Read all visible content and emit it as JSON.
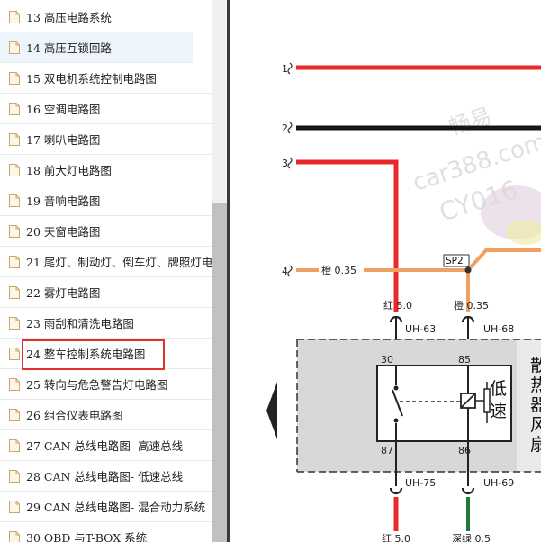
{
  "toc": {
    "items": [
      {
        "label": "13 高压电路系统"
      },
      {
        "label": "14 高压互锁回路"
      },
      {
        "label": "15 双电机系统控制电路图"
      },
      {
        "label": "16 空调电路图"
      },
      {
        "label": "17 喇叭电路图"
      },
      {
        "label": "18 前大灯电路图"
      },
      {
        "label": "19 音响电路图"
      },
      {
        "label": "20 天窗电路图"
      },
      {
        "label": "21 尾灯、制动灯、倒车灯、牌照灯电"
      },
      {
        "label": "22 雾灯电路图"
      },
      {
        "label": "23 雨刮和清洗电路图"
      },
      {
        "label": "24 整车控制系统电路图"
      },
      {
        "label": "25 转向与危急警告灯电路图"
      },
      {
        "label": "26 组合仪表电路图"
      },
      {
        "label": "27 CAN 总线电路图- 高速总线"
      },
      {
        "label": "28 CAN 总线电路图- 低速总线"
      },
      {
        "label": "29 CAN 总线电路图- 混合动力系统"
      },
      {
        "label": "30 OBD 与T-BOX 系统"
      }
    ]
  },
  "diagram": {
    "wire_numbers": [
      "1",
      "2",
      "3",
      "4"
    ],
    "splice": "SP2",
    "wire4_label": "橙 0.35",
    "pin30_wire": "红 5.0",
    "pin85_wire": "橙 0.35",
    "connector_uh63": "UH-63",
    "connector_uh68": "UH-68",
    "connector_uh75": "UH-75",
    "connector_uh69": "UH-69",
    "pin30": "30",
    "pin85": "85",
    "pin87": "87",
    "pin86": "86",
    "relay_text_1": "低",
    "relay_text_2": "速",
    "side_text": [
      "散",
      "热",
      "器",
      "风",
      "扇"
    ],
    "bottom_left_wire": "红 5.0",
    "bottom_right_wire": "深绿 0.5",
    "watermark_1": "畅易",
    "watermark_2": "car388.com",
    "watermark_3": "CY016"
  },
  "colors": {
    "wire_red": "#e8282b",
    "wire_black": "#151515",
    "wire_orange": "#f0a060",
    "wire_green": "#1e7a3a",
    "highlight": "#e0302f"
  }
}
